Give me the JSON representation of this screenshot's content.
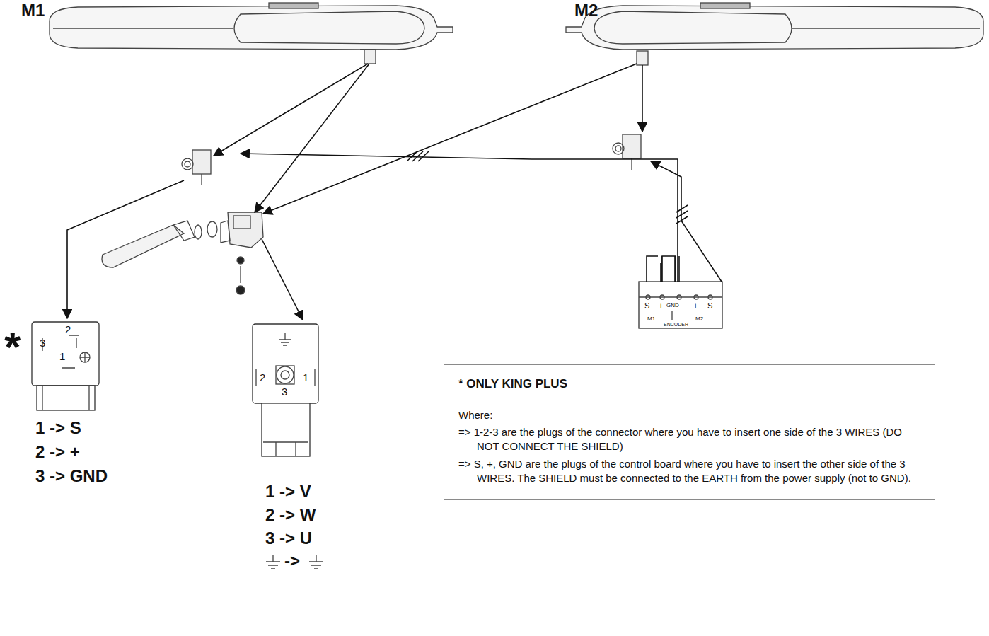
{
  "diagram": {
    "nodes": [
      {
        "text": [
          "* ONLY KING PLUS",
          "Where:",
          "=> 1-2-3 are the plugs of the connector where you have to insert one side of the 3 WIRES (DO NOT CONNECT THE SHIELD)",
          "=> S, +, GND are the plugs of the control board where you have to insert the other side of the 3 WIRES. The SHIELD must be connected to the EARTH from the power supply (not to GND)."
        ]
      }
    ],
    "labels": [
      "M1",
      "M2",
      "*",
      "3",
      "2",
      "1",
      "1 -> S",
      "2 -> +",
      "3 -> GND",
      "2",
      "1",
      "3",
      "1 -> V",
      "2 -> W",
      "3 -> U",
      "->",
      "S",
      "+",
      "GND",
      "+",
      "S",
      "M1",
      "M2",
      "ENCODER"
    ]
  }
}
